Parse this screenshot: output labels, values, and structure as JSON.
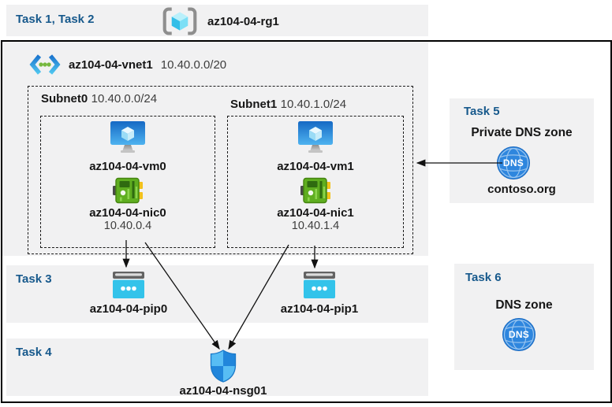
{
  "colors": {
    "task_label_blue": "#17598C",
    "panel_gray": "#F1F1F2",
    "frame_black": "#000000",
    "vm_blue": "#1673CC",
    "nic_green": "#5FAE20",
    "pip_cyan": "#33C3EA",
    "shield_light_blue": "#58BDF4",
    "shield_dark_blue": "#2186DB",
    "dns_blue": "#2E86DE"
  },
  "header": {
    "tasks_label": "Task 1, Task 2",
    "rg_name": "az104-04-rg1"
  },
  "vnet": {
    "name": "az104-04-vnet1",
    "cidr": "10.40.0.0/20",
    "subnets": [
      {
        "name": "Subnet0",
        "cidr": "10.40.0.0/24",
        "vm": "az104-04-vm0",
        "nic": "az104-04-nic0",
        "ip": "10.40.0.4"
      },
      {
        "name": "Subnet1",
        "cidr": "10.40.1.0/24",
        "vm": "az104-04-vm1",
        "nic": "az104-04-nic1",
        "ip": "10.40.1.4"
      }
    ]
  },
  "task3": {
    "label": "Task 3",
    "pips": [
      "az104-04-pip0",
      "az104-04-pip1"
    ]
  },
  "task4": {
    "label": "Task 4",
    "nsg_name": "az104-04-nsg01"
  },
  "task5": {
    "label": "Task 5",
    "title": "Private DNS zone",
    "zone": "contoso.org",
    "icon_text": "DNS"
  },
  "task6": {
    "label": "Task 6",
    "title": "DNS zone",
    "icon_text": "DNS"
  }
}
